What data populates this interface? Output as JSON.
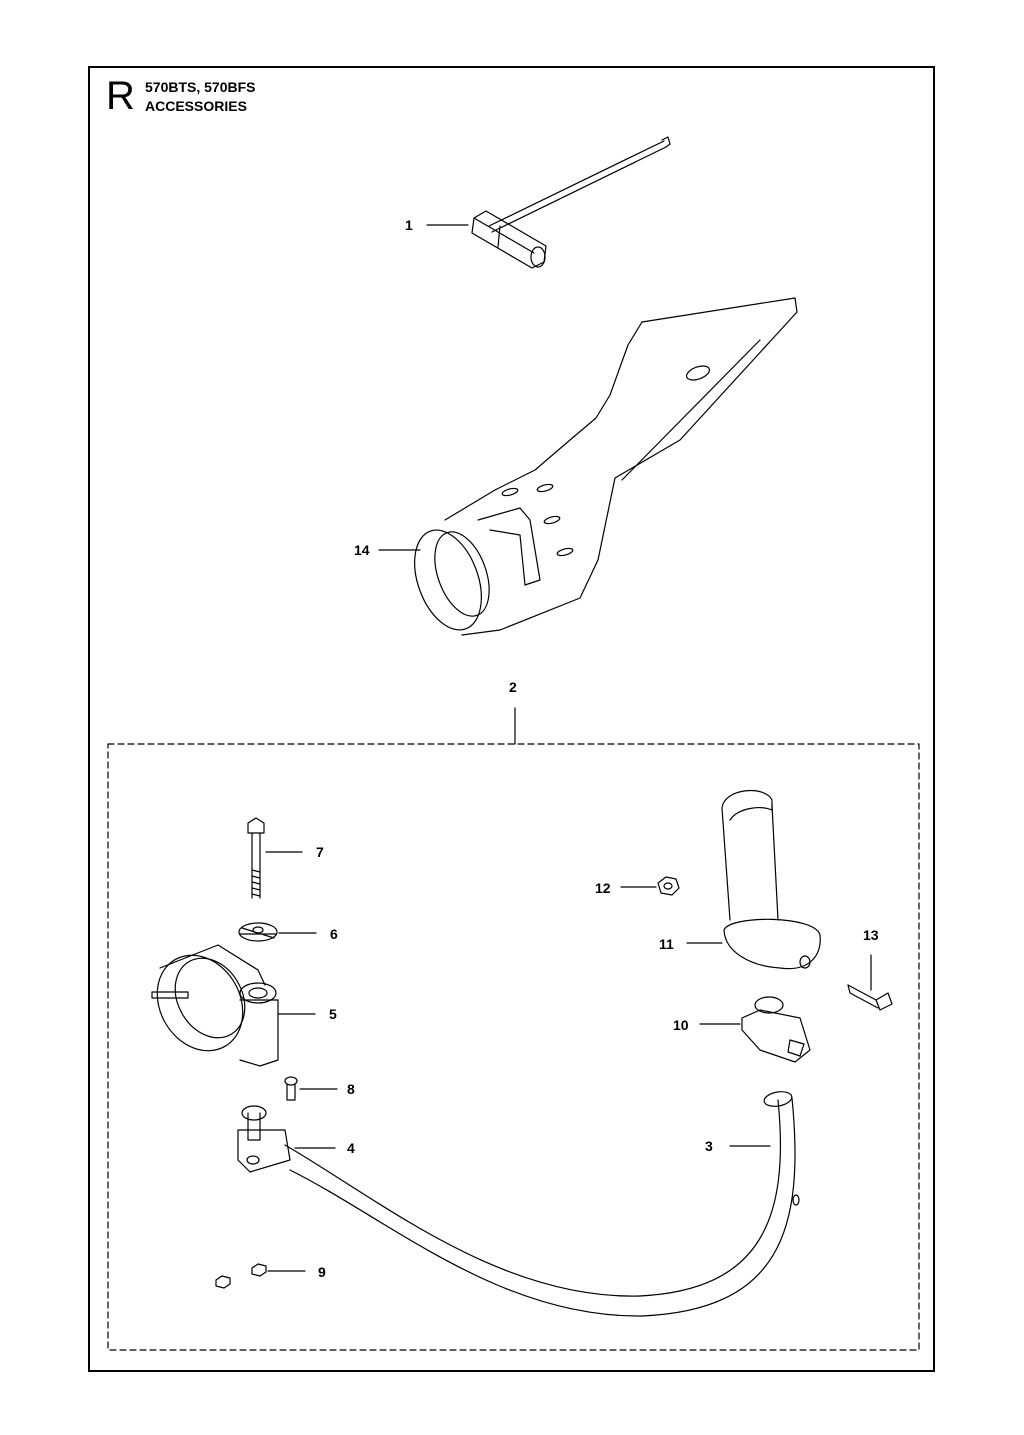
{
  "header": {
    "section_letter": "R",
    "models": "570BTS, 570BFS",
    "title": "ACCESSORIES"
  },
  "callouts": {
    "c1": "1",
    "c2": "2",
    "c3": "3",
    "c4": "4",
    "c5": "5",
    "c6": "6",
    "c7": "7",
    "c8": "8",
    "c9": "9",
    "c10": "10",
    "c11": "11",
    "c12": "12",
    "c13": "13",
    "c14": "14"
  }
}
